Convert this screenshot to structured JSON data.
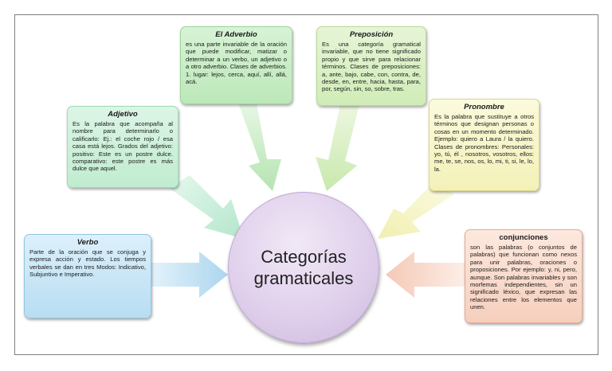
{
  "center": {
    "line1": "Categorías",
    "line2": "gramaticales"
  },
  "boxes": {
    "adverbio": {
      "title": "El Adverbio",
      "text": "es una parte invariable de la oración que puede modificar, matizar o determinar a un verbo, un adjetivo o a otro adverbio. Clases de adverbios. 1. lugar: lejos, cerca, aquí, allí, allá, acá."
    },
    "preposicion": {
      "title": "Preposición",
      "text": "Es una categoría gramatical invariable, que no tiene significado propio y que sirve para relacionar términos. Clases de preposiciones: a, ante, bajo, cabe, con, contra, de, desde, en, entre, hacia, hasta, para, por, según, sin, so, sobre, tras."
    },
    "adjetivo": {
      "title": "Adjetivo",
      "text": "Es la palabra que acompaña al nombre para determinarlo o calificarlo: Ej.: el coche rojo / esa casa está lejos. Grados del adjetivo: positivo: Este es un postre dulce. comparativo: este postre es más dulce que aquel."
    },
    "pronombre": {
      "title": "Pronombre",
      "text": "Es la palabra que sustituye a otros términos que designan personas o cosas en un momento determinado. Ejemplo: quiero a Laura / la quiero. Clases de pronombres: Personales: yo, tú, él , nosotros, vosotros, ellos: me, te, se, nos, os, lo, mi, ti, si, le, lo, la."
    },
    "verbo": {
      "title": "Verbo",
      "text": "Parte de la oración que se conjuga y expresa acción y estado. Los tiempos verbales se dan en tres Modos: Indicativo, Subjuntivo e Imperativo."
    },
    "conjunciones": {
      "title": "conjunciones",
      "text": "son las palabras (o conjuntos de palabras) que funcionan como nexos para unir palabras, oraciones o proposiciones. Por ejemplo: y, ni, pero, aunque. Son palabras invariables y son morfemas independientes, sin un significado léxico, que expresan las relaciones entre los elementos que unen."
    }
  },
  "colors": {
    "adverbio": "#c5ecc3",
    "preposicion": "#d9efc4",
    "adjetivo": "#c8efd9",
    "pronombre": "#f7f6c8",
    "verbo": "#c4e3f4",
    "conjunciones": "#f9dccf",
    "center": "#e0d0ec"
  }
}
